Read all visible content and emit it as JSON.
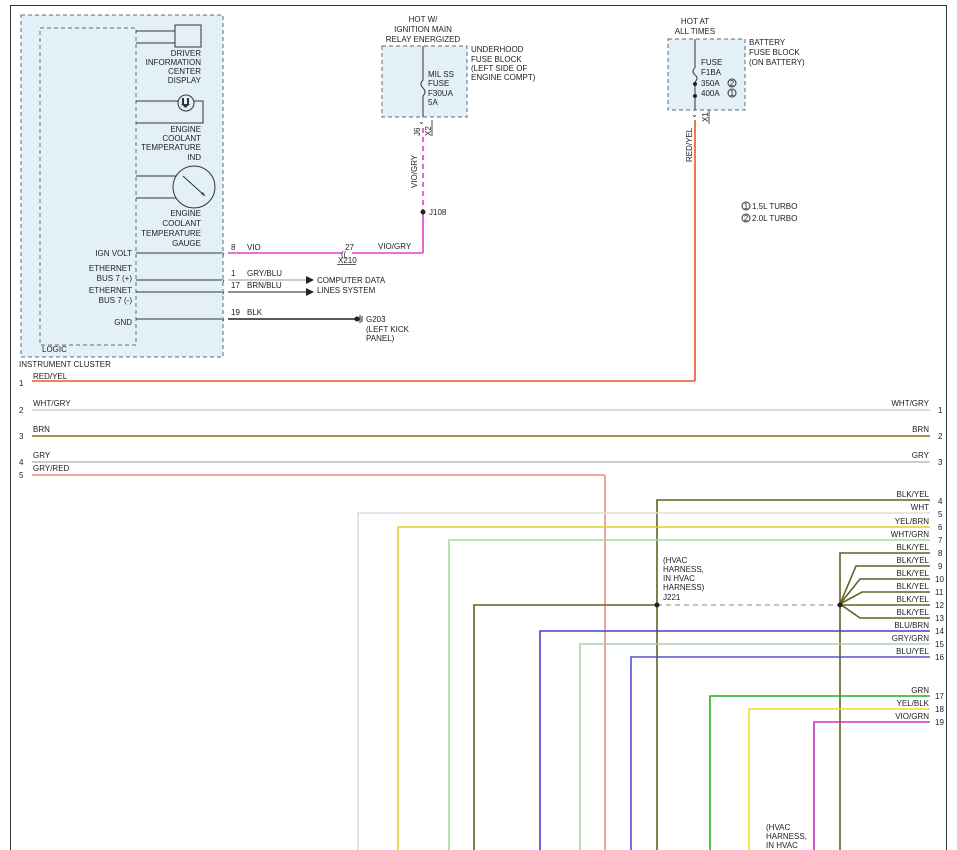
{
  "colors": {
    "vio": "#e040d0",
    "red_yel": "#e8582a",
    "wht_gry": "#d0d0d0",
    "brn": "#8a6a10",
    "gry": "#bcbcbc",
    "gry_red": "#f08a7a",
    "blk_yel": "#606020",
    "wht": "#dddddd",
    "yel_brn": "#e0d020",
    "wht_grn": "#a8d8a8",
    "blu_brn": "#4040d0",
    "gry_grn": "#a8d0a8",
    "blu_yel": "#5050d8",
    "grn": "#20b020",
    "yel_blk": "#e8e020",
    "vio_grn": "#d030c0",
    "box_fill": "#e4f0f8"
  },
  "instrument_cluster": {
    "name": "INSTRUMENT CLUSTER",
    "logic_label": "LOGIC",
    "dic_label": [
      "DRIVER",
      "INFORMATION",
      "CENTER",
      "DISPLAY"
    ],
    "ect_ind_label": [
      "ENGINE",
      "COOLANT",
      "TEMPERATURE",
      "IND"
    ],
    "ect_gauge_label": [
      "ENGINE",
      "COOLANT",
      "TEMPERATURE",
      "GAUGE"
    ],
    "pins": [
      {
        "label": [
          "IGN VOLT"
        ],
        "pin": "8",
        "wire": "VIO"
      },
      {
        "label": [
          "ETHERNET",
          "BUS 7 (+)"
        ],
        "pin": "1",
        "wire": "GRY/BLU"
      },
      {
        "label": [
          "ETHERNET",
          "BUS 7 (-)"
        ],
        "pin": "17",
        "wire": "BRN/BLU"
      },
      {
        "label": [
          "GND"
        ],
        "pin": "19",
        "wire": "BLK"
      }
    ]
  },
  "underhood": {
    "hot_label": [
      "HOT W/",
      "IGNITION MAIN",
      "RELAY ENERGIZED"
    ],
    "block_label": [
      "UNDERHOOD",
      "FUSE BLOCK",
      "(LEFT SIDE OF",
      "ENGINE COMPT)"
    ],
    "fuse_label": [
      "MIL SS",
      "FUSE",
      "F30UA",
      "5A"
    ],
    "conn_pin": "J6",
    "conn_name": "X2",
    "wire": "VIO/GRY",
    "splice": "J108"
  },
  "battery": {
    "hot_label": [
      "HOT AT",
      "ALL TIMES"
    ],
    "block_label": [
      "BATTERY",
      "FUSE BLOCK",
      "(ON BATTERY)"
    ],
    "fuse_label": [
      "FUSE",
      "F1BA",
      "350A",
      "400A"
    ],
    "fuse_marks": [
      "2",
      "1"
    ],
    "conn_name": "X1",
    "wire": "RED/YEL"
  },
  "notes": [
    {
      "mark": "1",
      "text": "1.5L TURBO"
    },
    {
      "mark": "2",
      "text": "2.0L TURBO"
    }
  ],
  "connector_x210": {
    "name": "X210",
    "pin": "27",
    "wire": "VIO/GRY"
  },
  "computer_data": [
    "COMPUTER DATA",
    "LINES SYSTEM"
  ],
  "ground": {
    "name": "G203",
    "location": [
      "(LEFT KICK",
      "PANEL)"
    ]
  },
  "bus_rows": [
    {
      "lnum": "1",
      "name": "RED/YEL"
    },
    {
      "lnum": "2",
      "name": "WHT/GRY",
      "rname": "WHT/GRY",
      "rnum": "1"
    },
    {
      "lnum": "3",
      "name": "BRN",
      "rname": "BRN",
      "rnum": "2"
    },
    {
      "lnum": "4",
      "name": "GRY",
      "rname": "GRY",
      "rnum": "3"
    },
    {
      "lnum": "5",
      "name": "GRY/RED"
    }
  ],
  "right_rows": [
    {
      "name": "BLK/YEL",
      "num": "4"
    },
    {
      "name": "WHT",
      "num": "5"
    },
    {
      "name": "YEL/BRN",
      "num": "6"
    },
    {
      "name": "WHT/GRN",
      "num": "7"
    },
    {
      "name": "BLK/YEL",
      "num": "8"
    },
    {
      "name": "BLK/YEL",
      "num": "9"
    },
    {
      "name": "BLK/YEL",
      "num": "10"
    },
    {
      "name": "BLK/YEL",
      "num": "11"
    },
    {
      "name": "BLK/YEL",
      "num": "12"
    },
    {
      "name": "BLK/YEL",
      "num": "13"
    },
    {
      "name": "BLU/BRN",
      "num": "14"
    },
    {
      "name": "GRY/GRN",
      "num": "15"
    },
    {
      "name": "BLU/YEL",
      "num": "16"
    },
    {
      "name": "GRN",
      "num": "17"
    },
    {
      "name": "YEL/BLK",
      "num": "18"
    },
    {
      "name": "VIO/GRN",
      "num": "19"
    }
  ],
  "hvac_harness": {
    "label": [
      "(HVAC",
      "HARNESS,",
      "IN HVAC",
      "HARNESS)"
    ],
    "splice": "J221",
    "label_bottom": [
      "(HVAC",
      "HARNESS,",
      "IN HVAC"
    ]
  }
}
